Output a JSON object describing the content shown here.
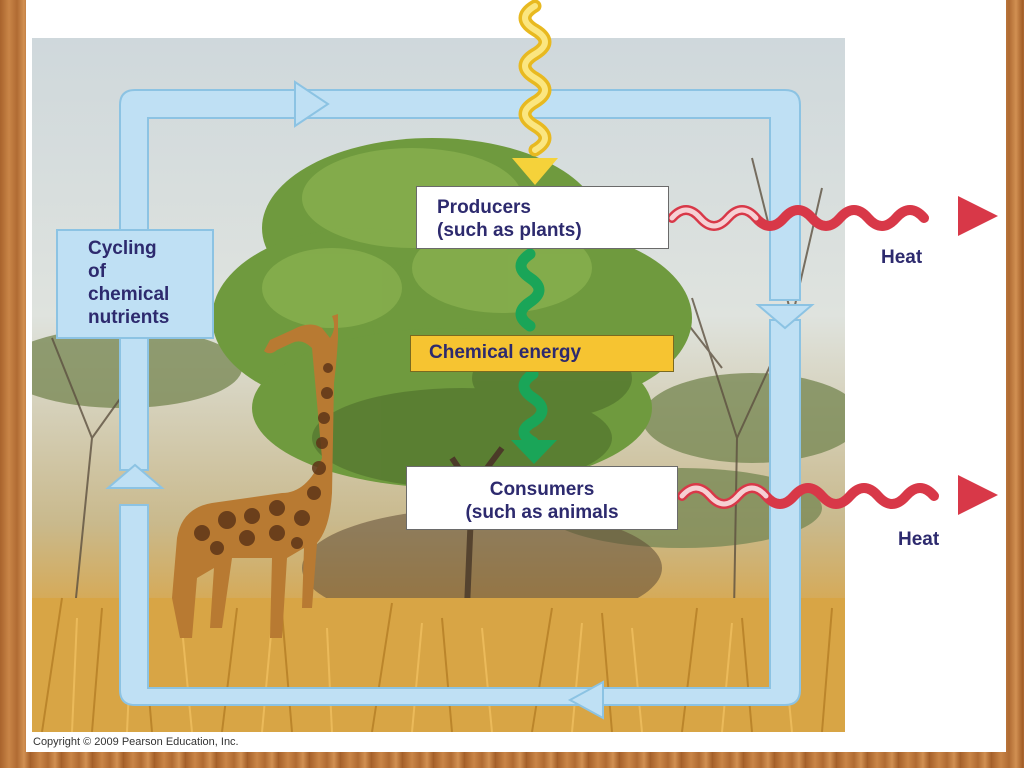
{
  "producers": {
    "line1": "Producers",
    "line2": "(such as plants)"
  },
  "chemical_energy": "Chemical energy",
  "consumers": {
    "line1": "Consumers",
    "line2": "(such as animals"
  },
  "cycling": [
    "Cycling",
    "of",
    "chemical",
    "nutrients"
  ],
  "heat_top": "Heat",
  "heat_bottom": "Heat",
  "copyright": "Copyright © 2009 Pearson Education, Inc.",
  "colors": {
    "cycle_arrow": "#bfe0f4",
    "light": "#f5d23a",
    "chemical": "#1aa558",
    "heat": "#d83848"
  }
}
